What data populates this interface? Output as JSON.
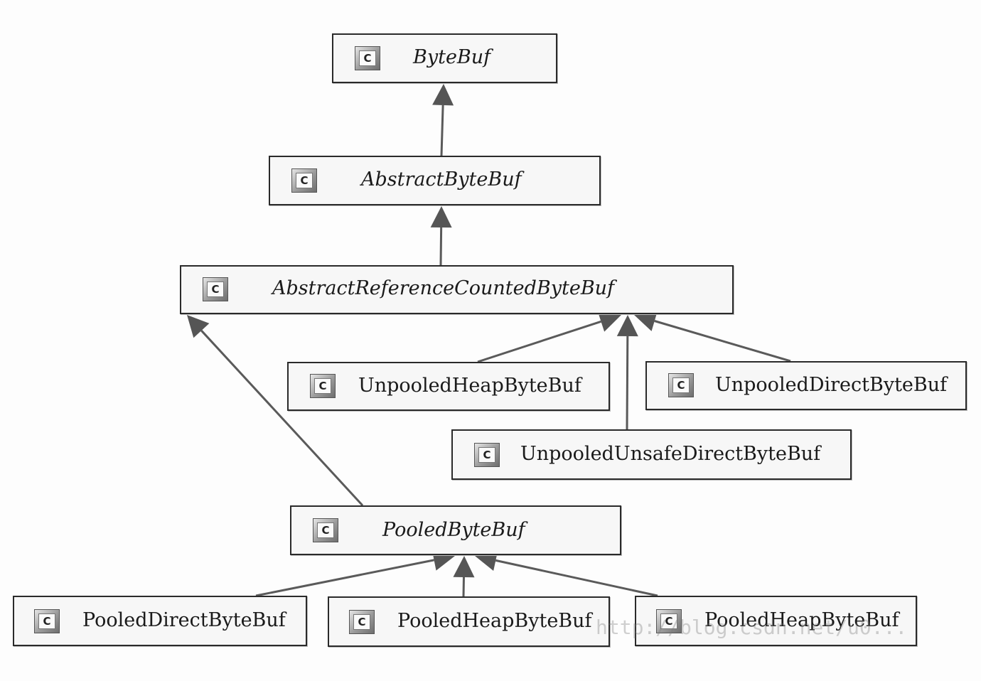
{
  "diagram": {
    "icon_letter": "C",
    "nodes": {
      "bytebuf": {
        "label": "ByteBuf",
        "abstract": true
      },
      "abstractbytebuf": {
        "label": "AbstractByteBuf",
        "abstract": true
      },
      "abstractrefcounted": {
        "label": "AbstractReferenceCountedByteBuf",
        "abstract": true
      },
      "unpooledheap": {
        "label": "UnpooledHeapByteBuf",
        "abstract": false
      },
      "unpooleddirect": {
        "label": "UnpooledDirectByteBuf",
        "abstract": false
      },
      "unpooledunsafedirect": {
        "label": "UnpooledUnsafeDirectByteBuf",
        "abstract": false
      },
      "pooledbytebuf": {
        "label": "PooledByteBuf",
        "abstract": true
      },
      "pooleddirect": {
        "label": "PooledDirectByteBuf",
        "abstract": false
      },
      "pooledheap1": {
        "label": "PooledHeapByteBuf",
        "abstract": false
      },
      "pooledheap2": {
        "label": "PooledHeapByteBuf",
        "abstract": false
      }
    },
    "edges": [
      {
        "from": "abstractbytebuf",
        "to": "bytebuf"
      },
      {
        "from": "abstractrefcounted",
        "to": "abstractbytebuf"
      },
      {
        "from": "unpooledheap",
        "to": "abstractrefcounted"
      },
      {
        "from": "unpooleddirect",
        "to": "abstractrefcounted"
      },
      {
        "from": "unpooledunsafedirect",
        "to": "abstractrefcounted"
      },
      {
        "from": "pooledbytebuf",
        "to": "abstractrefcounted"
      },
      {
        "from": "pooleddirect",
        "to": "pooledbytebuf"
      },
      {
        "from": "pooledheap1",
        "to": "pooledbytebuf"
      },
      {
        "from": "pooledheap2",
        "to": "pooledbytebuf"
      }
    ],
    "colors": {
      "line": "#5a5a5a",
      "arrowhead": "#555555",
      "border": "#2a2a2a",
      "box_fill": "#f7f7f7"
    },
    "watermark": "http://blog.csdn.net/u0..."
  }
}
